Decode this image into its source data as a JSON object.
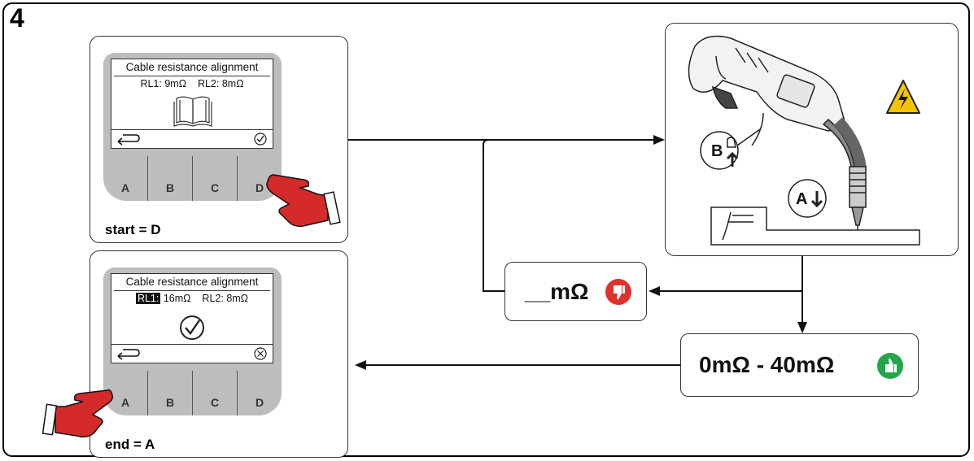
{
  "step_number": "4",
  "start_panel": {
    "screen_title": "Cable resistance alignment",
    "rl1_label": "RL1:",
    "rl1_value": "9mΩ",
    "rl2_label": "RL2:",
    "rl2_value": "8mΩ",
    "keys": [
      "A",
      "B",
      "C",
      "D"
    ],
    "caption": "start = D"
  },
  "end_panel": {
    "screen_title": "Cable resistance alignment",
    "rl1_label": "RL1:",
    "rl1_value": "16mΩ",
    "rl2_label": "RL2:",
    "rl2_value": "8mΩ",
    "keys": [
      "A",
      "B",
      "C",
      "D"
    ],
    "caption": "end = A"
  },
  "torch_panel": {
    "marker_b": "B",
    "marker_a": "A"
  },
  "fail_result": {
    "text": "__mΩ",
    "icon": "thumbs-down-icon",
    "color": "#e0312b"
  },
  "pass_result": {
    "text": "0mΩ - 40mΩ",
    "icon": "thumbs-up-icon",
    "color": "#22a64a"
  },
  "colors": {
    "hand": "#d42a2a",
    "warning": "#f5c400"
  }
}
